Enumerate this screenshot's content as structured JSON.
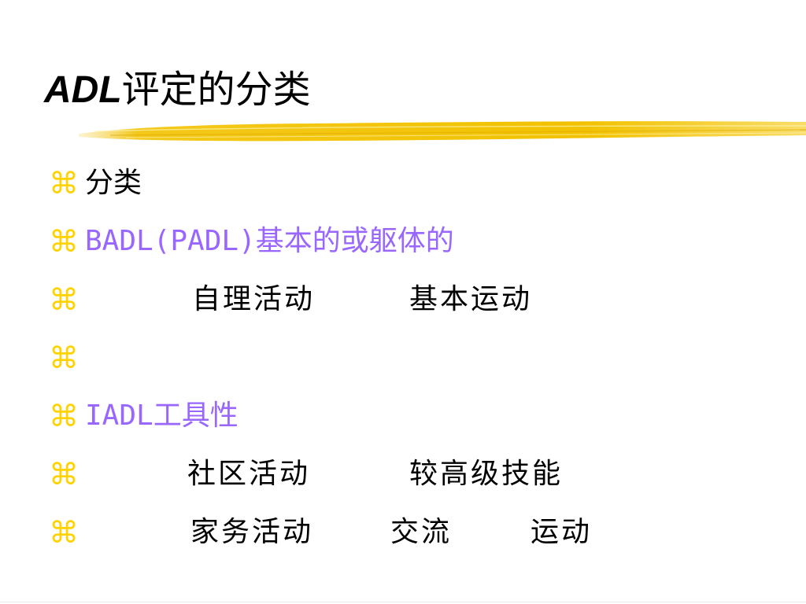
{
  "colors": {
    "bullet": "#ffd200",
    "accent": "#9966ff",
    "text": "#000000",
    "brush": "#f2c200"
  },
  "title": {
    "latin": "ADL",
    "cjk": "评定的分类"
  },
  "bullet_glyph": "⌘",
  "items": [
    {
      "text": "分类"
    },
    {
      "text": "BADL(PADL)基本的或躯体的"
    },
    {
      "col1": "自理活动",
      "col2": "基本运动"
    },
    {
      "text": ""
    },
    {
      "text": "IADL工具性"
    },
    {
      "col1": "社区活动",
      "col2": "较高级技能"
    },
    {
      "col1": "家务活动",
      "col2": "交流",
      "col3": "运动"
    }
  ]
}
